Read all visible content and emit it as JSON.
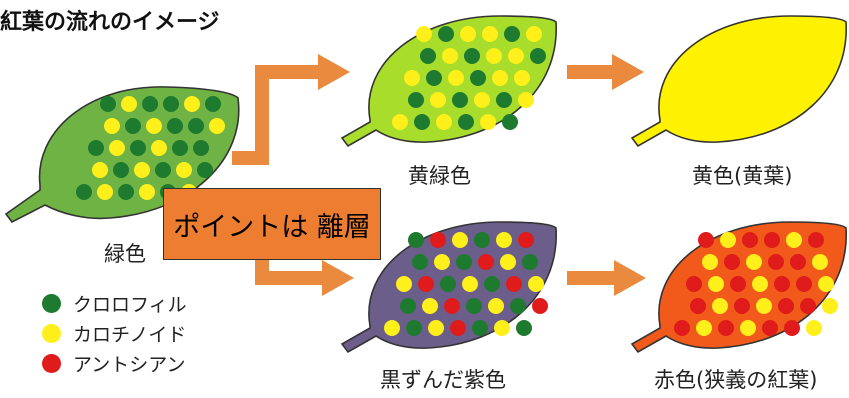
{
  "title": "紅葉の流れのイメージ",
  "callout": "ポイントは 離層",
  "labels": {
    "green": "緑色",
    "yellow_green": "黄緑色",
    "yellow": "黄色(黄葉)",
    "dark_purple": "黒ずんだ紫色",
    "red": "赤色(狭義の紅葉)"
  },
  "legend": [
    {
      "label": "クロロフィル",
      "color": "#1e7a2e"
    },
    {
      "label": "カロチノイド",
      "color": "#ffef1a"
    },
    {
      "label": "アントシアン",
      "color": "#e01b1b"
    }
  ],
  "colors": {
    "arrow": "#e98a3f",
    "leaf_green": "#6fb345",
    "leaf_yellow_green": "#a8dd2c",
    "leaf_yellow": "#fff200",
    "leaf_purple": "#6b5e8a",
    "leaf_orange": "#f15a1a",
    "dot_chlorophyll": "#1e7a2e",
    "dot_carotenoid": "#ffef1a",
    "dot_anthocyanin": "#e01b1b"
  }
}
